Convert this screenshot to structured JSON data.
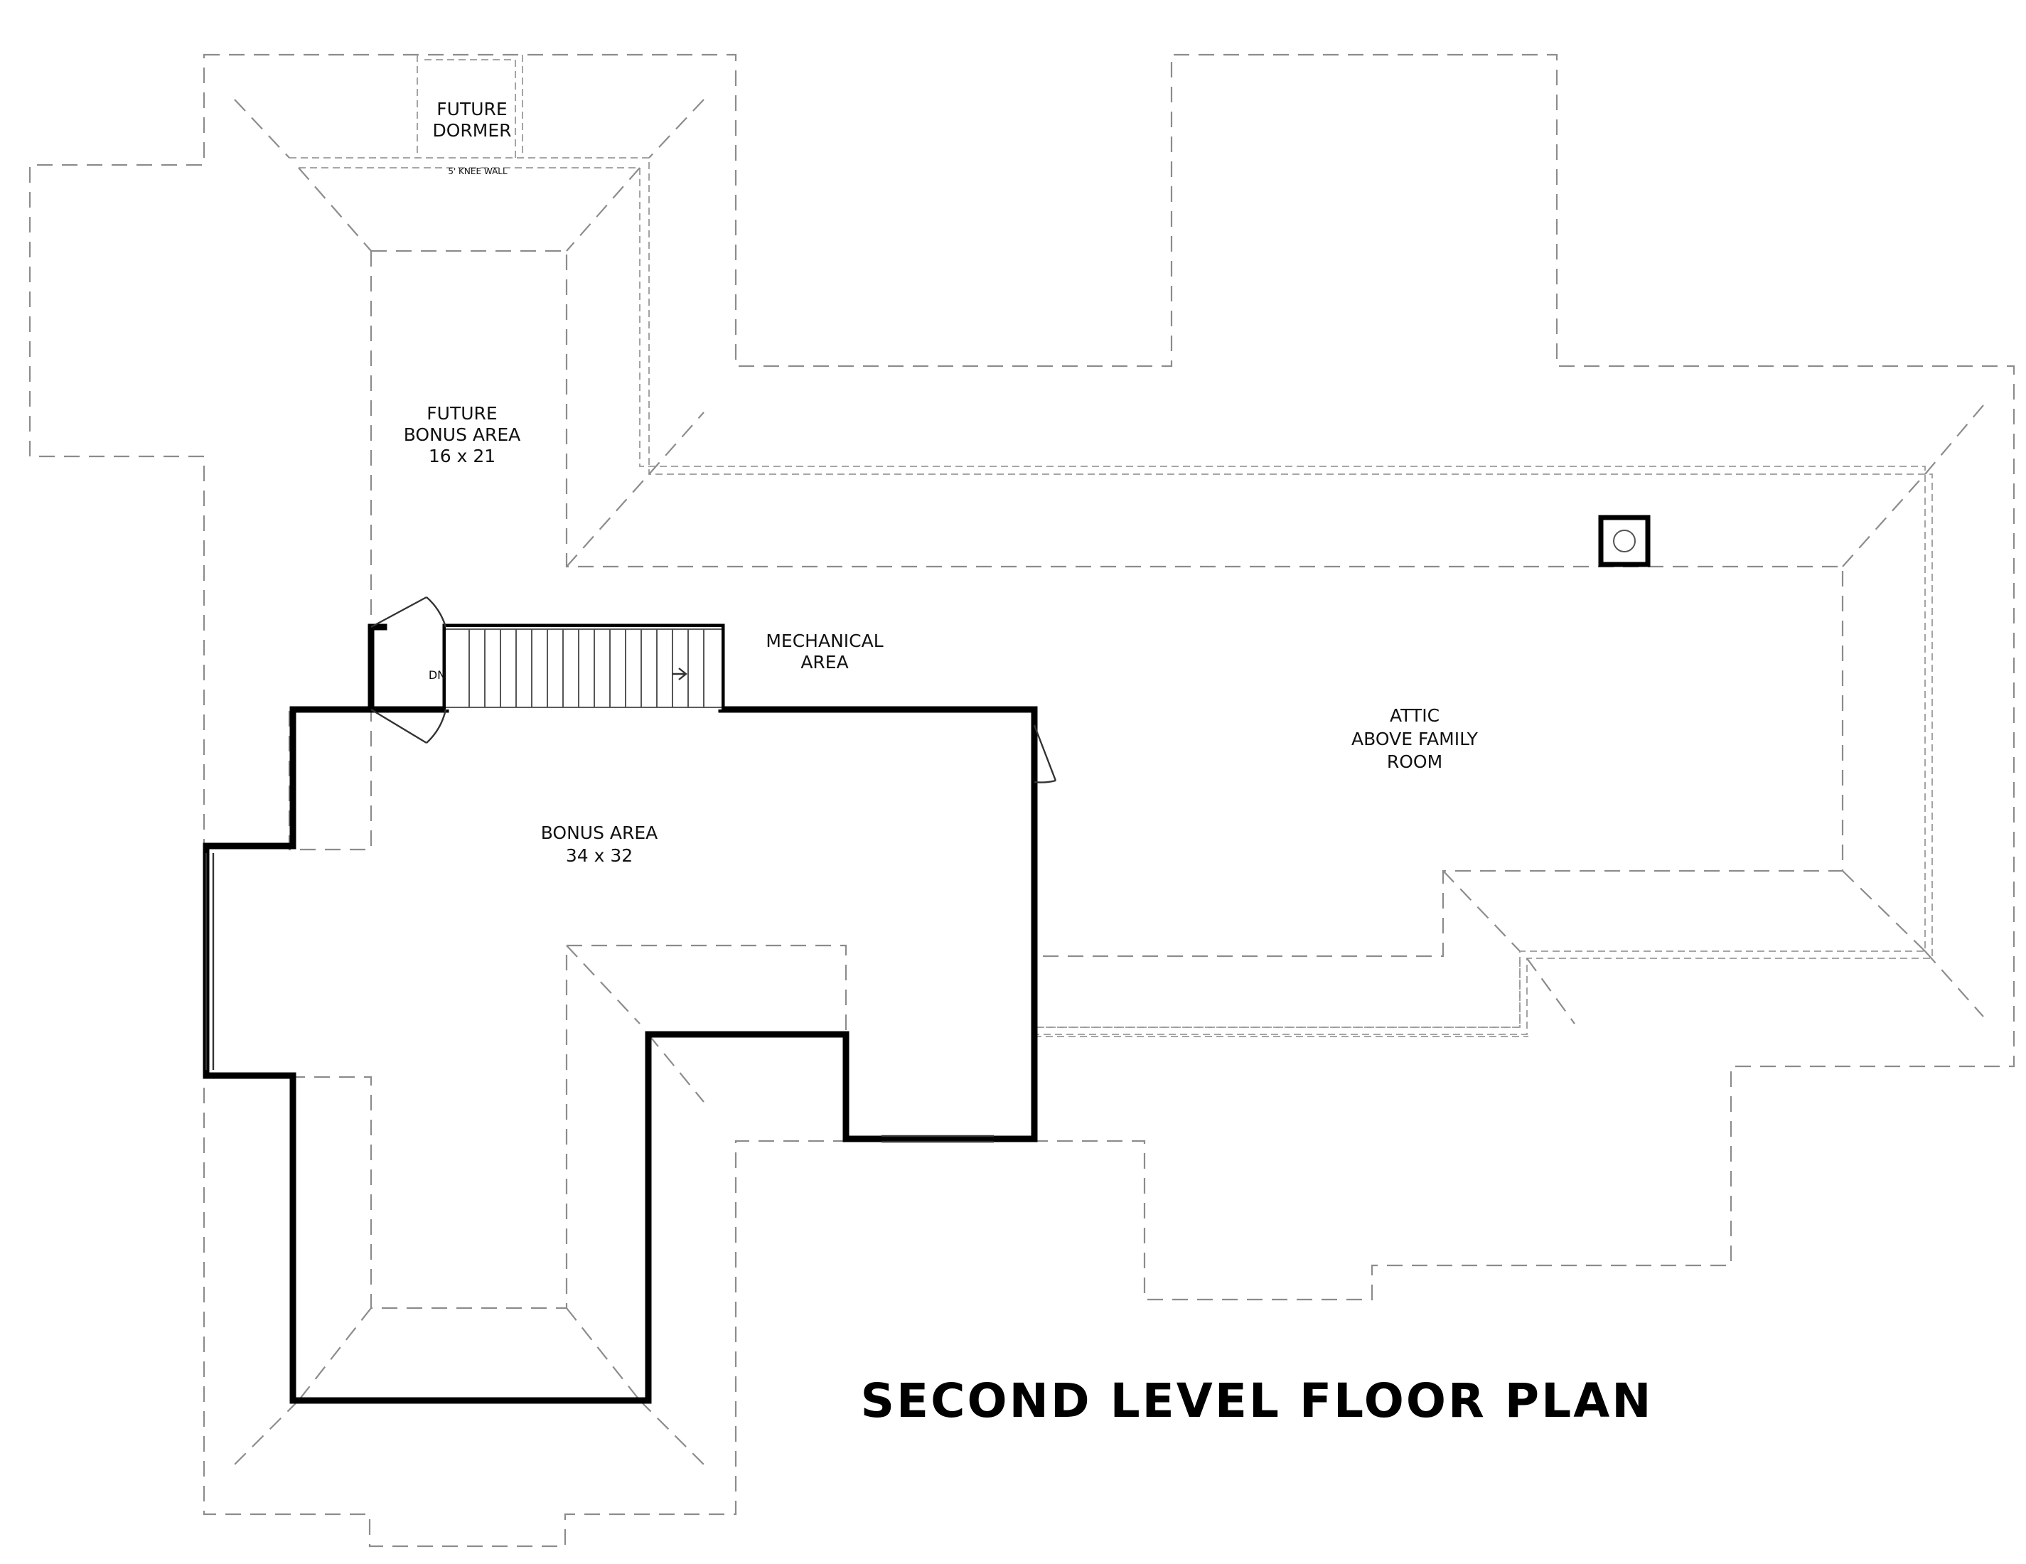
{
  "rooms": {
    "future_dormer": {
      "line1": "FUTURE",
      "line2": "DORMER"
    },
    "knee_wall": "5' KNEE WALL",
    "future_bonus": {
      "line1": "FUTURE",
      "line2": "BONUS AREA",
      "size": "16 x 21"
    },
    "mechanical": {
      "line1": "MECHANICAL",
      "line2": "AREA"
    },
    "stair_down": "DN",
    "attic": {
      "line1": "ATTIC",
      "line2": "ABOVE FAMILY",
      "line3": "ROOM"
    },
    "bonus": {
      "line1": "BONUS AREA",
      "size": "34 x 32"
    }
  },
  "title": "SECOND LEVEL FLOOR PLAN",
  "colors": {
    "walls": "#000000",
    "roof_lines": "#8c8c8c",
    "background": "#ffffff"
  }
}
